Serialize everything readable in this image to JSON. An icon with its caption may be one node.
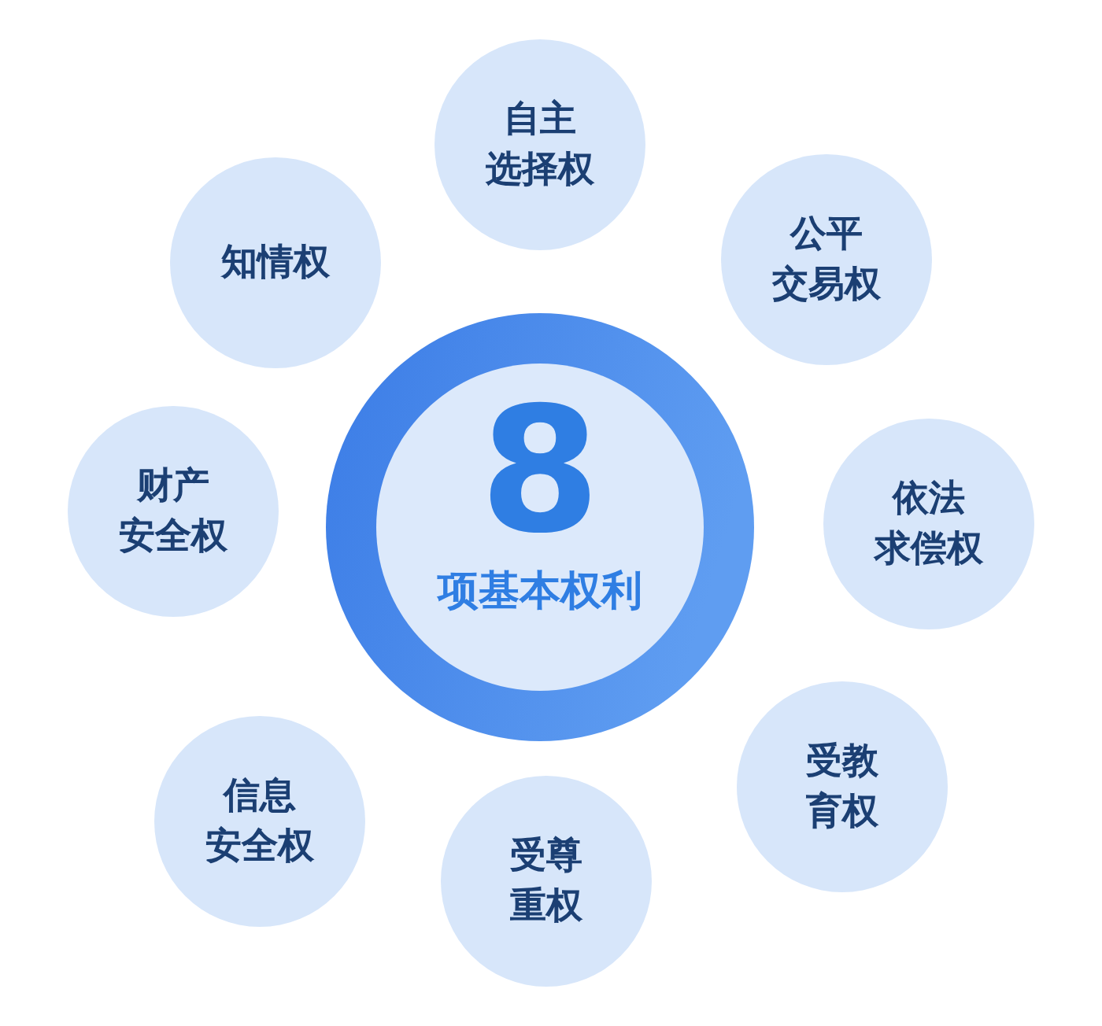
{
  "diagram": {
    "nodes": [
      {
        "text": [
          "8",
          "项基本权利"
        ]
      },
      {
        "text": [
          "自主选择权"
        ]
      },
      {
        "text": [
          "公平交易权"
        ]
      },
      {
        "text": [
          "依法求偿权"
        ]
      },
      {
        "text": [
          "受教育权"
        ]
      },
      {
        "text": [
          "受尊重权"
        ]
      },
      {
        "text": [
          "信息安全权"
        ]
      },
      {
        "text": [
          "财产安全权"
        ]
      },
      {
        "text": [
          "知情权"
        ]
      }
    ]
  }
}
